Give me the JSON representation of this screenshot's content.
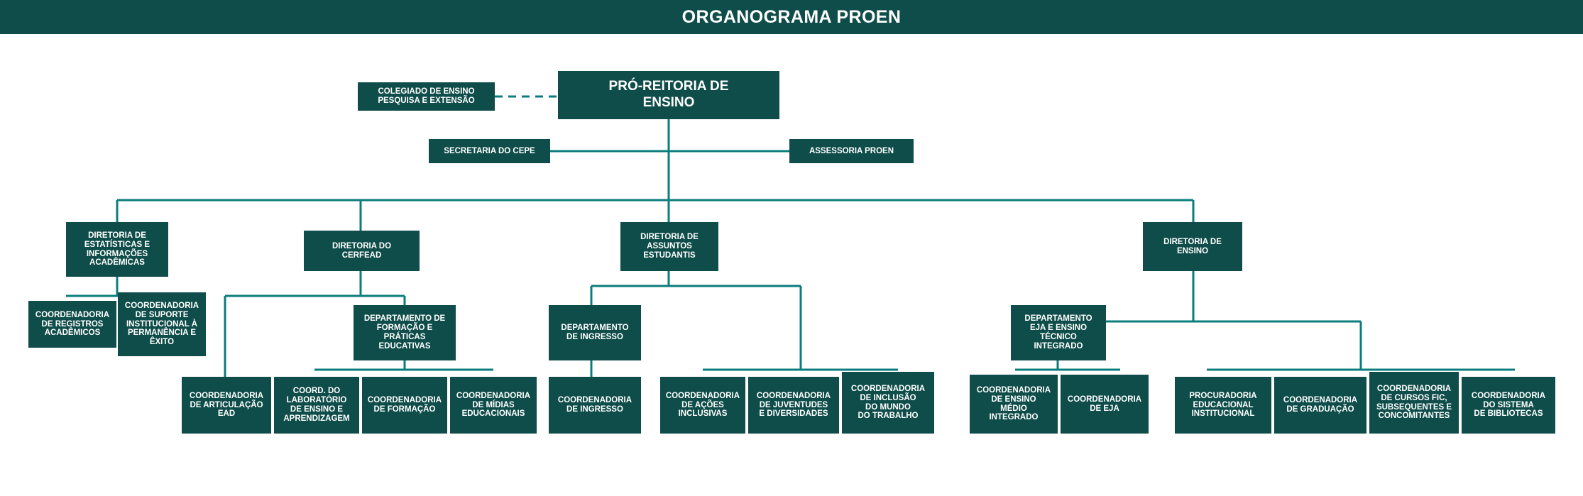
{
  "header": {
    "title": "ORGANOGRAMA PROEN"
  },
  "colors": {
    "node_fill": "#0f4d4a",
    "node_text": "#ffffff",
    "connector": "#0b7c7c",
    "header_bg": "#0f4d4a",
    "page_bg": "#ffffff"
  },
  "chart_data": {
    "type": "diagram",
    "title": "ORGANOGRAMA PROEN",
    "orientation": "top-down",
    "nodes": [
      {
        "id": "proen",
        "label": "PRÓ-REITORIA DE\nENSINO",
        "level": 0,
        "parent": null
      },
      {
        "id": "colegiado",
        "label": "COLEGIADO DE ENSINO\nPESQUISA E EXTENSÃO",
        "level": 1,
        "parent": "proen",
        "link": "dashed"
      },
      {
        "id": "secretaria-cepe",
        "label": "SECRETARIA DO CEPE",
        "level": 1,
        "parent": "proen"
      },
      {
        "id": "assessoria",
        "label": "ASSESSORIA PROEN",
        "level": 1,
        "parent": "proen"
      },
      {
        "id": "dir-estatisticas",
        "label": "DIRETORIA DE\nESTATÍSTICAS E\nINFORMAÇÕES\nACADÊMICAS",
        "level": 2,
        "parent": "proen"
      },
      {
        "id": "dir-cerfead",
        "label": "DIRETORIA DO\nCERFEAD",
        "level": 2,
        "parent": "proen"
      },
      {
        "id": "dir-assuntos",
        "label": "DIRETORIA DE\nASSUNTOS\nESTUDANTIS",
        "level": 2,
        "parent": "proen"
      },
      {
        "id": "dir-ensino",
        "label": "DIRETORIA DE\nENSINO",
        "level": 2,
        "parent": "proen"
      },
      {
        "id": "coord-registros",
        "label": "COORDENADORIA\nDE REGISTROS\nACADÊMICOS",
        "level": 3,
        "parent": "dir-estatisticas"
      },
      {
        "id": "coord-suporte",
        "label": "COORDENADORIA\nDE SUPORTE\nINSTITUCIONAL À\nPERMANÊNCIA E\nÊXITO",
        "level": 3,
        "parent": "dir-estatisticas"
      },
      {
        "id": "dep-formacao",
        "label": "DEPARTAMENTO DE\nFORMAÇÃO E\nPRÁTICAS\nEDUCATIVAS",
        "level": 3,
        "parent": "dir-cerfead"
      },
      {
        "id": "coord-ead",
        "label": "COORDENADORIA\nDE ARTICULAÇÃO\nEAD",
        "level": 4,
        "parent": "dir-cerfead"
      },
      {
        "id": "coord-lab",
        "label": "COORD. DO\nLABORATÓRIO\nDE ENSINO E\nAPRENDIZAGEM",
        "level": 4,
        "parent": "dep-formacao"
      },
      {
        "id": "coord-formacao",
        "label": "COORDENADORIA\nDE FORMAÇÃO",
        "level": 4,
        "parent": "dep-formacao"
      },
      {
        "id": "coord-midias",
        "label": "COORDENADORIA\nDE MÍDIAS\nEDUCACIONAIS",
        "level": 4,
        "parent": "dep-formacao"
      },
      {
        "id": "dep-ingresso",
        "label": "DEPARTAMENTO\nDE INGRESSO",
        "level": 3,
        "parent": "dir-assuntos"
      },
      {
        "id": "coord-ingresso",
        "label": "COORDENADORIA\nDE INGRESSO",
        "level": 4,
        "parent": "dep-ingresso"
      },
      {
        "id": "coord-acoes",
        "label": "COORDENADORIA\nDE AÇÕES\nINCLUSIVAS",
        "level": 4,
        "parent": "dir-assuntos"
      },
      {
        "id": "coord-juventudes",
        "label": "COORDENADORIA\nDE JUVENTUDES\nE DIVERSIDADES",
        "level": 4,
        "parent": "dir-assuntos"
      },
      {
        "id": "coord-inclusao",
        "label": "COORDENADORIA\nDE INCLUSÃO\nDO MUNDO\nDO TRABALHO",
        "level": 4,
        "parent": "dir-assuntos"
      },
      {
        "id": "dep-eja",
        "label": "DEPARTAMENTO\nEJA E ENSINO\nTÉCNICO\nINTEGRADO",
        "level": 3,
        "parent": "dir-ensino"
      },
      {
        "id": "coord-medio",
        "label": "COORDENADORIA\nDE ENSINO\nMÉDIO\nINTEGRADO",
        "level": 4,
        "parent": "dep-eja"
      },
      {
        "id": "coord-eja",
        "label": "COORDENADORIA\nDE EJA",
        "level": 4,
        "parent": "dep-eja"
      },
      {
        "id": "procuradoria",
        "label": "PROCURADORIA\nEDUCACIONAL\nINSTITUCIONAL",
        "level": 4,
        "parent": "dir-ensino"
      },
      {
        "id": "coord-graduacao",
        "label": "COORDENADORIA\nDE GRADUAÇÃO",
        "level": 4,
        "parent": "dir-ensino"
      },
      {
        "id": "coord-fic",
        "label": "COORDENADORIA\nDE CURSOS FIC,\nSUBSEQUENTES E\nCONCOMITANTES",
        "level": 4,
        "parent": "dir-ensino"
      },
      {
        "id": "coord-bibliotecas",
        "label": "COORDENADORIA\nDO SISTEMA\nDE BIBLIOTECAS",
        "level": 4,
        "parent": "dir-ensino"
      }
    ]
  }
}
